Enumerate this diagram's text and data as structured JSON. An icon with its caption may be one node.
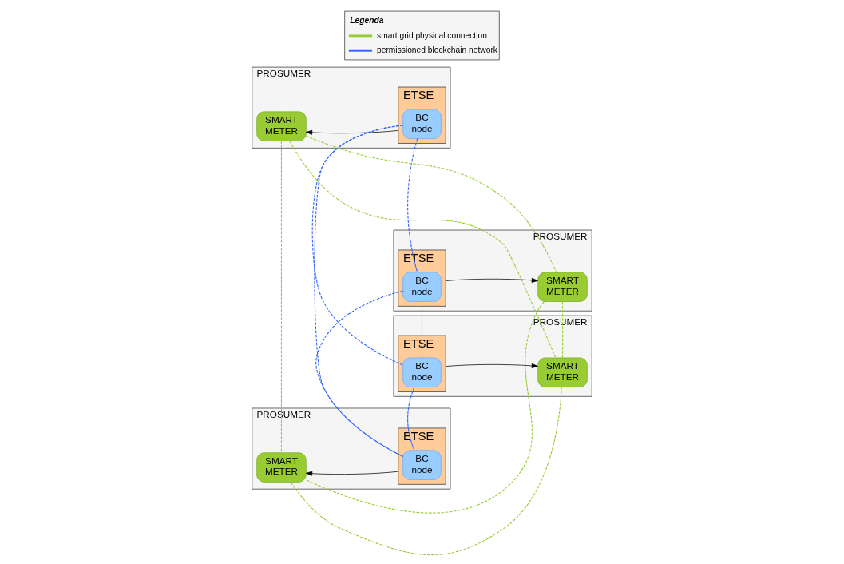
{
  "diagram": {
    "nodes": [
      {
        "text": [
          "PROSUMER"
        ]
      },
      {
        "text": [
          "ETSE"
        ],
        "in": 0
      },
      {
        "text": [
          "BC node"
        ],
        "in": 1
      },
      {
        "text": [
          "SMART METER"
        ],
        "in": 0
      },
      {
        "text": [
          "PROSUMER"
        ]
      },
      {
        "text": [
          "ETSE"
        ],
        "in": 4
      },
      {
        "text": [
          "BC node"
        ],
        "in": 5
      },
      {
        "text": [
          "SMART METER"
        ],
        "in": 4
      },
      {
        "text": [
          "PROSUMER"
        ]
      },
      {
        "text": [
          "ETSE"
        ],
        "in": 8
      },
      {
        "text": [
          "BC node"
        ],
        "in": 9
      },
      {
        "text": [
          "SMART METER"
        ],
        "in": 8
      },
      {
        "text": [
          "PROSUMER"
        ]
      },
      {
        "text": [
          "ETSE"
        ],
        "in": 12
      },
      {
        "text": [
          "BC node"
        ],
        "in": 13
      },
      {
        "text": [
          "SMART METER"
        ],
        "in": 12
      }
    ],
    "edges": [
      {
        "from": 1,
        "to": 3,
        "arrow": "to",
        "color": "#000000"
      },
      {
        "from": 5,
        "to": 7,
        "arrow": "to",
        "color": "#000000"
      },
      {
        "from": 9,
        "to": 11,
        "arrow": "to",
        "color": "#000000"
      },
      {
        "from": 13,
        "to": 15,
        "arrow": "to",
        "color": "#000000"
      },
      {
        "from": 3,
        "to": 7,
        "arrow": "none",
        "style": "dashed",
        "color": "#99cc33"
      },
      {
        "from": 3,
        "to": 11,
        "arrow": "none",
        "style": "dashed",
        "color": "#99cc33"
      },
      {
        "from": 3,
        "to": 15,
        "arrow": "none",
        "style": "dashed",
        "color": "#99cc33"
      },
      {
        "from": 7,
        "to": 11,
        "arrow": "none",
        "style": "dashed",
        "color": "#99cc33"
      },
      {
        "from": 7,
        "to": 15,
        "arrow": "none",
        "style": "dashed",
        "color": "#99cc33"
      },
      {
        "from": 11,
        "to": 15,
        "arrow": "none",
        "style": "dashed",
        "color": "#99cc33"
      },
      {
        "from": 2,
        "to": 6,
        "arrow": "none",
        "style": "dashed",
        "color": "#3366ff"
      },
      {
        "from": 2,
        "to": 10,
        "arrow": "none",
        "style": "dashed",
        "color": "#3366ff"
      },
      {
        "from": 2,
        "to": 14,
        "arrow": "none",
        "style": "dashed",
        "color": "#3366ff"
      },
      {
        "from": 6,
        "to": 10,
        "arrow": "none",
        "style": "dashed",
        "color": "#3366ff"
      },
      {
        "from": 6,
        "to": 14,
        "arrow": "none",
        "style": "dashed",
        "color": "#3366ff"
      },
      {
        "from": 10,
        "to": 14,
        "arrow": "none",
        "style": "dashed",
        "color": "#3366ff"
      }
    ],
    "labels": [
      "Legenda"
    ],
    "legend": [
      {
        "text": "smart grid physical connection"
      },
      {
        "text": "permissioned blockchain network"
      }
    ]
  }
}
